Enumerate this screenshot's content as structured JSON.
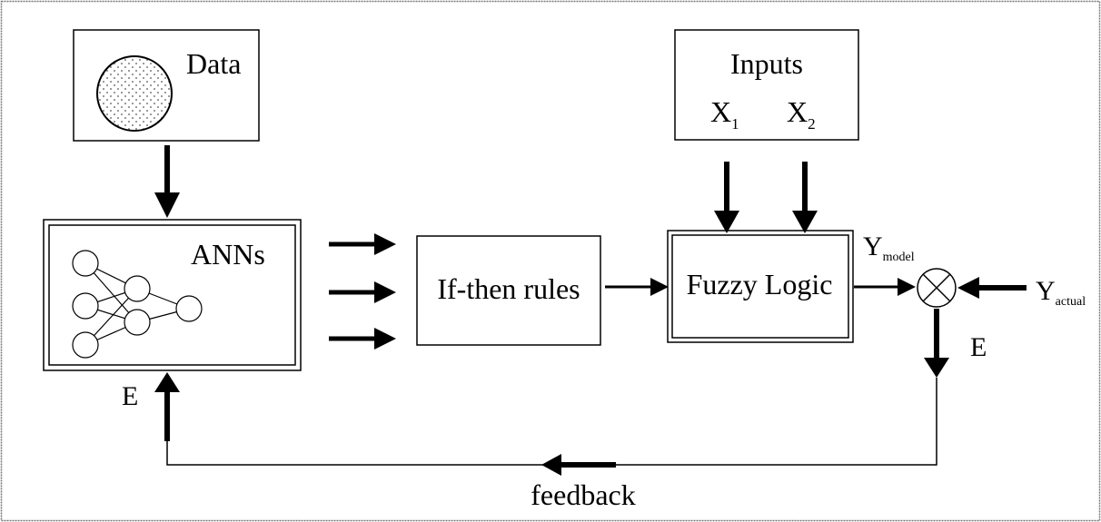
{
  "diagram": {
    "data_box": {
      "label": "Data"
    },
    "ann_box": {
      "label": "ANNs"
    },
    "rules_box": {
      "label": "If-then rules"
    },
    "fuzzy_box": {
      "label": "Fuzzy Logic"
    },
    "inputs_box": {
      "label": "Inputs",
      "x1": {
        "base": "X",
        "sub": "1"
      },
      "x2": {
        "base": "X",
        "sub": "2"
      }
    },
    "y_model": {
      "base": "Y",
      "sub": "model"
    },
    "y_actual": {
      "base": "Y",
      "sub": "actual"
    },
    "error_right": "E",
    "error_left": "E",
    "feedback": "feedback"
  }
}
